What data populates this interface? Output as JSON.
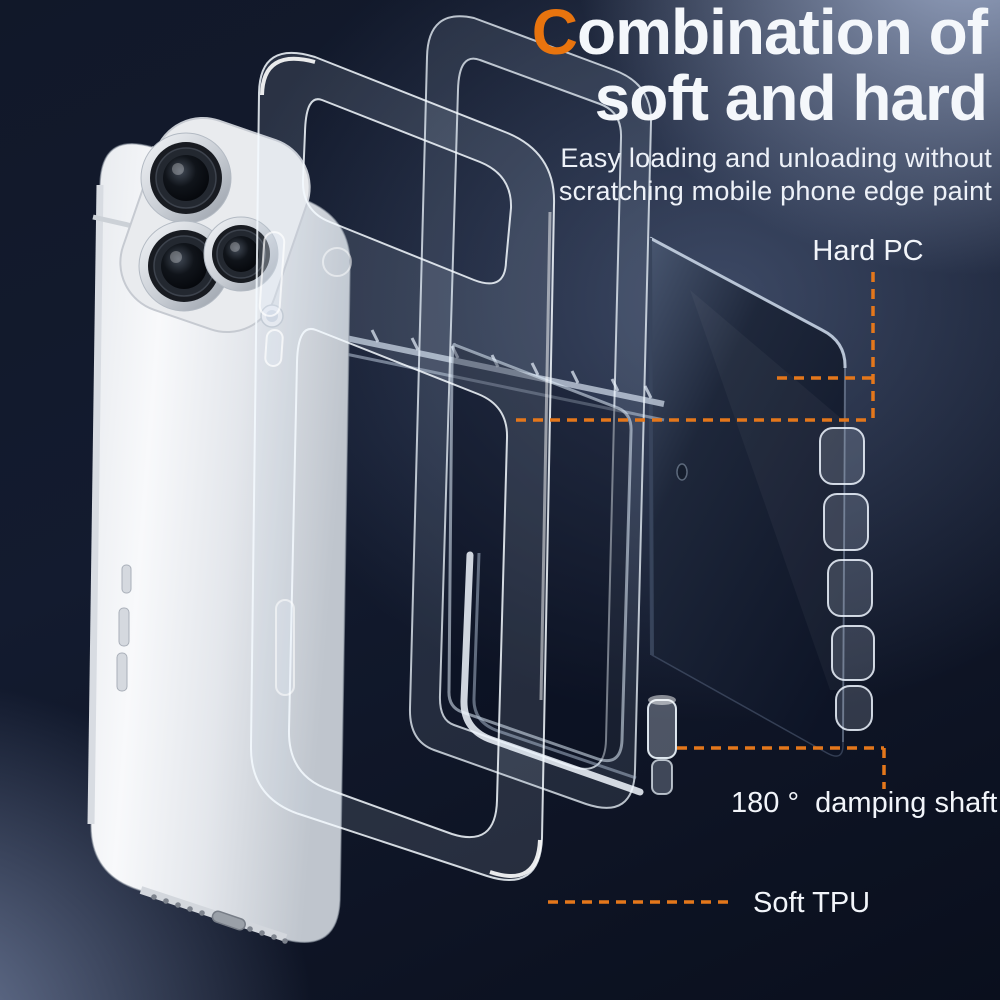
{
  "header": {
    "title_accent": "C",
    "title_line1_rest": "ombination of",
    "title_line2": "soft and hard",
    "subtitle_line1": "Easy loading and unloading without",
    "subtitle_line2": "scratching mobile phone edge paint"
  },
  "callouts": [
    {
      "id": "hard-pc",
      "label": "Hard PC"
    },
    {
      "id": "damping-shaft",
      "label": "180 °  damping shaft"
    },
    {
      "id": "soft-tpu",
      "label": "Soft TPU"
    }
  ],
  "colors": {
    "accent_orange": "#E8740E",
    "callout_line_orange": "#E4771B",
    "title_text": "#F4F7FB",
    "subtitle_text": "#EDF1F8",
    "background_dark_navy": "#0B1120",
    "background_light_slate": "#93A2C0",
    "phone_body_white": "#F2F4F6",
    "hard_pc_panel_tint": "#141C30"
  }
}
